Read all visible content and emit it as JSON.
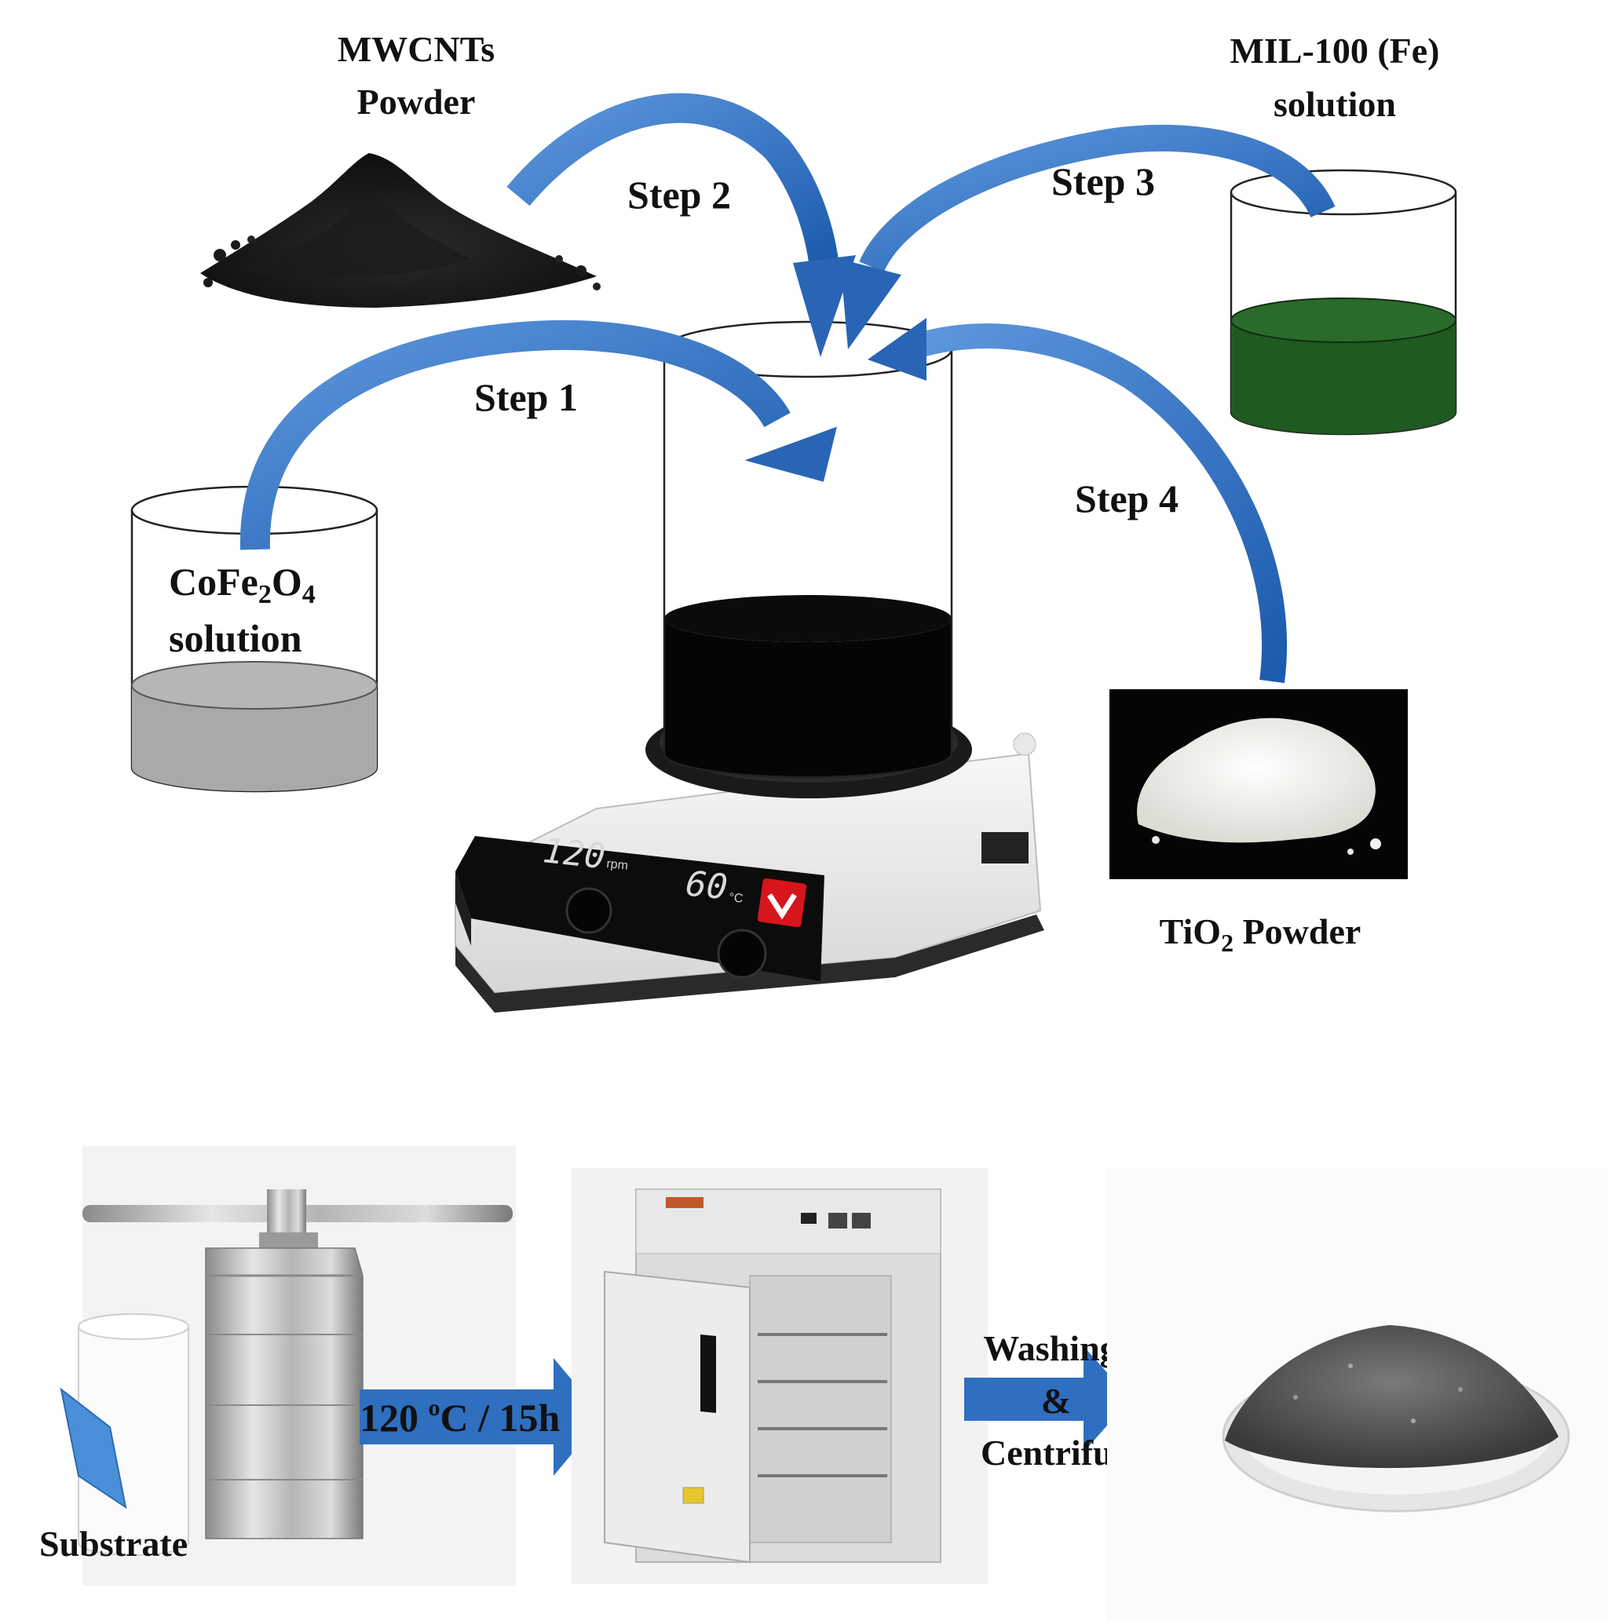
{
  "labels": {
    "mwcnts_line1": "MWCNTs",
    "mwcnts_line2": "Powder",
    "mil_line1": "MIL-100 (Fe)",
    "mil_line2": "solution",
    "step1": "Step 1",
    "step2": "Step 2",
    "step3": "Step 3",
    "step4": "Step 4",
    "cofe_main": "CoFe",
    "cofe_sub1": "2",
    "cofe_mid": "O",
    "cofe_sub2": "4",
    "cofe_line2": "solution",
    "tio2_main": "TiO",
    "tio2_sub": "2",
    "tio2_rest": " Powder",
    "hydro_prefix": "120 ",
    "hydro_sup": "o",
    "hydro_suffix": "C / 15h",
    "washing": "Washing",
    "amp": "&",
    "centrifuge": "Centrifuge",
    "substrate": "Substrate"
  },
  "stirrer": {
    "speed_display": "120",
    "temp_display": "60",
    "speed_unit": "rpm",
    "temp_unit": "°C"
  },
  "colors": {
    "arrow_blue": "#2f6fc0",
    "mil_green": "#1f5a20",
    "cofe_gray": "#a9a9a9",
    "product_dark": "#050505"
  }
}
